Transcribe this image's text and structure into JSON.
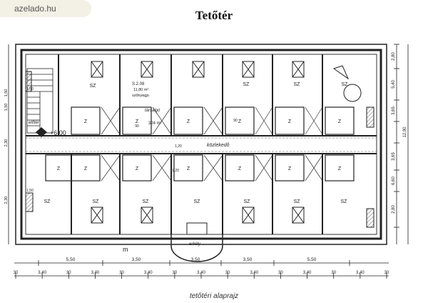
{
  "watermark": "azelado.hu",
  "title": "Tetőtér",
  "caption": "tetőtéri alaprajz",
  "labels": {
    "room_sz": "SZ",
    "room_z": "Z",
    "corridor": "közlekedő",
    "hall": "előtér",
    "stair_level": "+6,00",
    "balcony": "erkély",
    "communal_name": "társalgó",
    "communal_area": "324 m²",
    "room_code": "S.2.08",
    "room_area": "11,80 m²",
    "room_floor": "szőnyegp.",
    "marker_m": "m"
  },
  "dims": {
    "top_row": [
      "5,50",
      "3,50",
      "3,50",
      "3,50",
      "5,50"
    ],
    "bottom_row": [
      "30",
      "3,40",
      "30",
      "3,40",
      "30",
      "3,40",
      "30",
      "3,40",
      "30",
      "3,40",
      "30",
      "3,40",
      "30",
      "3,40",
      "30"
    ],
    "right_col": [
      "2,80",
      "5,40",
      "3,65",
      "12,90",
      "3,65",
      "6,60",
      "2,80"
    ],
    "left_col": [
      "1,50",
      "1,50",
      "2,30",
      "2,30"
    ],
    "interior": [
      "1,50",
      "1,50",
      "1,20",
      "1,20",
      "90",
      "90"
    ]
  },
  "colors": {
    "ink": "#222222",
    "paper": "#ffffff",
    "watermark_bg": "#f3f0e6"
  }
}
